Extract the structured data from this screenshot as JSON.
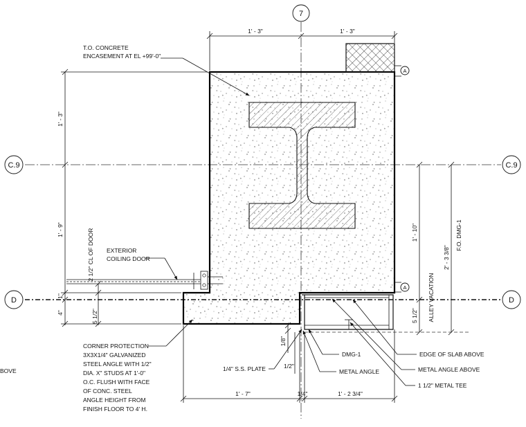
{
  "grid_labels": {
    "col_7": "7",
    "row_c9_left": "C.9",
    "row_c9_right": "C.9",
    "row_d_left": "D",
    "row_d_right": "D"
  },
  "section_marks": {
    "a_top": "A",
    "a_bottom": "A"
  },
  "dimensions": {
    "top_left": "1' - 3\"",
    "top_right": "1' - 3\"",
    "left_upper": "1' - 3\"",
    "left_lower": "1' - 9\"",
    "left_1in": "1\"",
    "left_4in": "4\"",
    "left_5half": "5 1/2\"",
    "door_cl": "2 1/2\" CL OF DOOR",
    "right_1_10": "1' - 10\"",
    "right_5half": "5 1/2\"",
    "right_2_3": "2' - 3 3/8\"",
    "bottom_1_7": "1' - 7\"",
    "bottom_quarter": "1/4\"",
    "bottom_1_2": "1' - 2 3/4\"",
    "eighth": "1/8\"",
    "half": "1/2\""
  },
  "labels": {
    "encasement_1": "T.O. CONCRETE",
    "encasement_2": "ENCASEMENT AT EL +99'-0\"",
    "door_1": "EXTERIOR",
    "door_2": "COILING DOOR",
    "alley": "ALLEY VACATION",
    "fo": "F.O. DMG-1",
    "corner_1": "CORNER PROTECTION",
    "corner_2": "3X3X1/4\" GALVANIZED",
    "corner_3": "STEEL ANGLE WITH 1/2\"",
    "corner_4": "DIA. X\" STUDS AT 1'-0\"",
    "corner_5": "O.C. FLUSH WITH FACE",
    "corner_6": "OF CONC. STEEL",
    "corner_7": "ANGLE HEIGHT FROM",
    "corner_8": "FINISH FLOOR TO 4' H.",
    "ss_plate": "1/4\" S.S. PLATE",
    "dmg": "DMG-1",
    "metal_angle": "METAL ANGLE",
    "edge_slab": "EDGE OF SLAB ABOVE",
    "metal_angle_above": "METAL ANGLE ABOVE",
    "metal_tee": "1 1/2\" METAL TEE",
    "above_partial": "BOVE"
  }
}
